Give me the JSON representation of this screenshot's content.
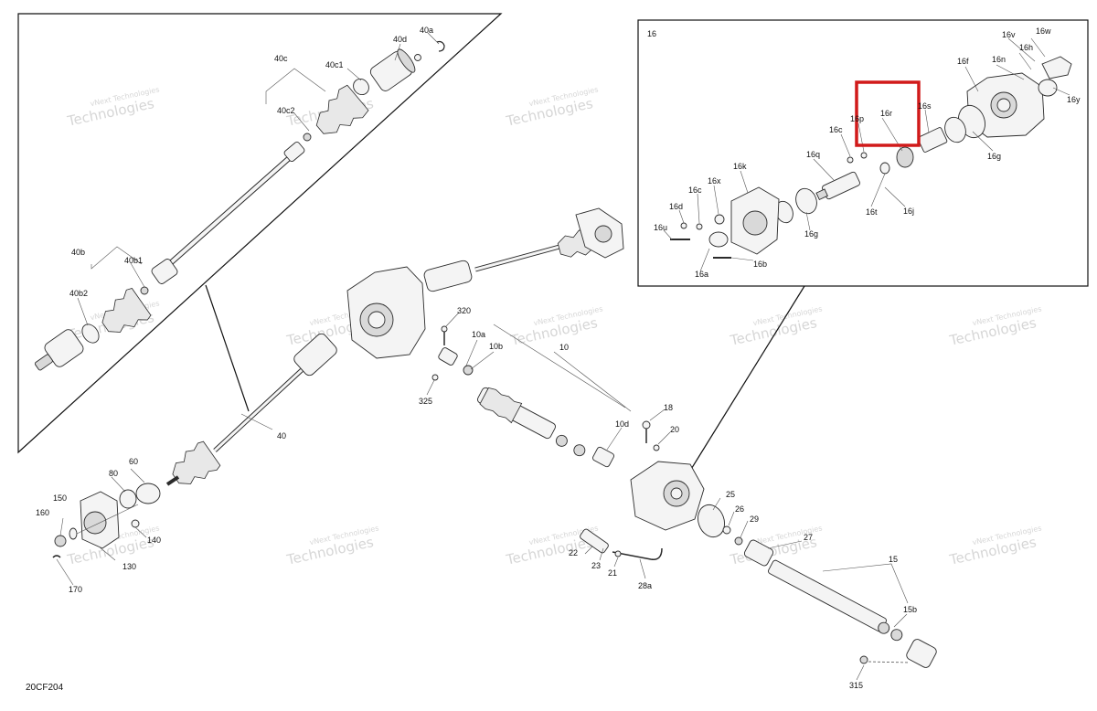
{
  "diagram_code": "20CF204",
  "detail_box_label": "16",
  "highlight_color": "#d11a1a",
  "watermark": [
    "vNext",
    "Technologies"
  ],
  "watermark_line1": "vNext Technologies",
  "labels": {
    "p40a": "40a",
    "p40d": "40d",
    "p40c": "40c",
    "p40c1": "40c1",
    "p40c2": "40c2",
    "p40b": "40b",
    "p40b1": "40b1",
    "p40b2": "40b2",
    "p40": "40",
    "p60": "60",
    "p80": "80",
    "p150": "150",
    "p160": "160",
    "p140": "140",
    "p130": "130",
    "p170": "170",
    "p320": "320",
    "p10a": "10a",
    "p10b": "10b",
    "p10": "10",
    "p325": "325",
    "p10d": "10d",
    "p18": "18",
    "p20": "20",
    "p25": "25",
    "p26": "26",
    "p29": "29",
    "p27": "27",
    "p22": "22",
    "p23": "23",
    "p21": "21",
    "p28a": "28a",
    "p15": "15",
    "p15b": "15b",
    "p315": "315",
    "p16v": "16v",
    "p16w": "16w",
    "p16h": "16h",
    "p16f": "16f",
    "p16n": "16n",
    "p16y": "16y",
    "p16r": "16r",
    "p16p": "16p",
    "p16s": "16s",
    "p16c_top": "16c",
    "p16q": "16q",
    "p16g_top": "16g",
    "p16k": "16k",
    "p16x": "16x",
    "p16c": "16c",
    "p16d": "16d",
    "p16t": "16t",
    "p16j": "16j",
    "p16g": "16g",
    "p16u": "16u",
    "p16b": "16b",
    "p16a": "16a"
  }
}
